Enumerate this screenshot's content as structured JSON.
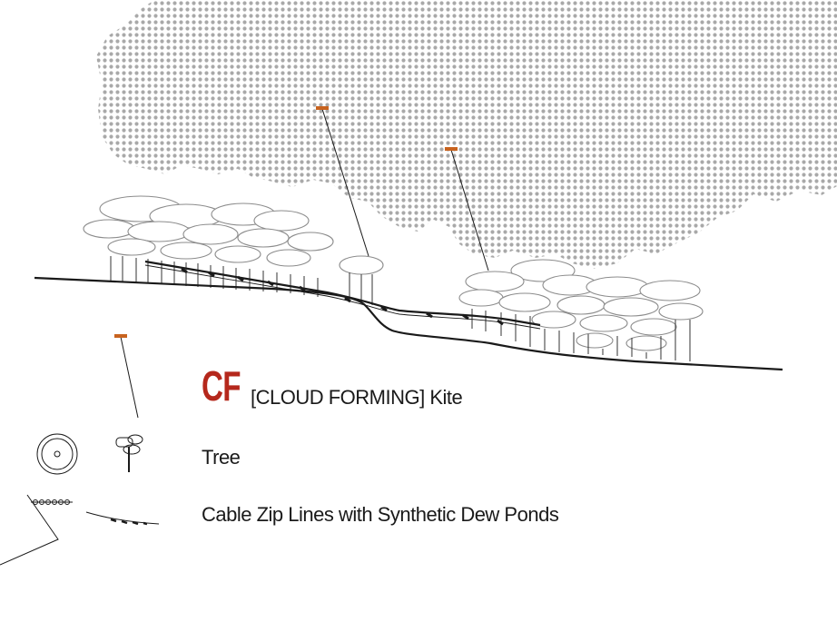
{
  "colors": {
    "accent": "#b5281c",
    "kite": "#c8631f",
    "ink": "#1a1a1a",
    "cloud_dot": "#a9a9a9",
    "canopy_stroke": "#8c8c8c"
  },
  "legend": {
    "kite": {
      "abbr": "CF",
      "label": "[CLOUD FORMING] Kite",
      "icon": "kite-icon"
    },
    "tree": {
      "label": "Tree",
      "icon": "tree-icon"
    },
    "zip": {
      "label": "Cable Zip Lines with Synthetic Dew Ponds",
      "icon": "zip-line-icon"
    }
  }
}
